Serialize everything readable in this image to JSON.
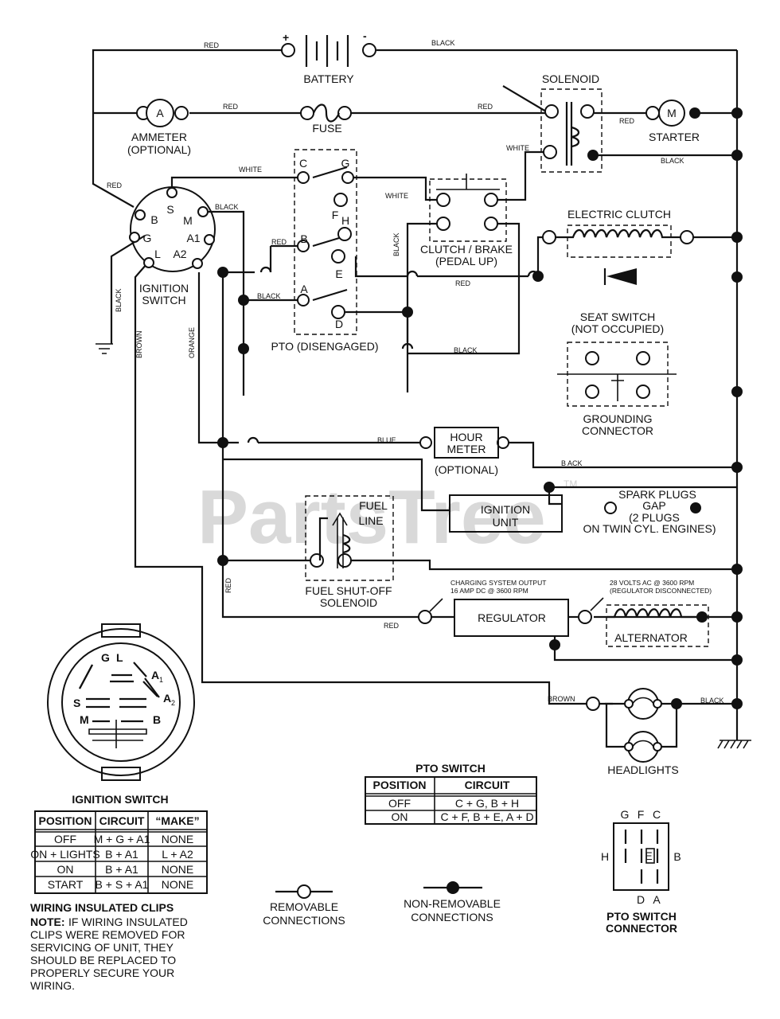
{
  "watermark": {
    "text": "PartsTree",
    "tm": "TM"
  },
  "components": {
    "battery": "BATTERY",
    "battery_plus": "+",
    "battery_minus": "-",
    "solenoid": "SOLENOID",
    "ammeter_symbol": "A",
    "ammeter_line1": "AMMETER",
    "ammeter_line2": "(OPTIONAL)",
    "fuse": "FUSE",
    "starter_symbol": "M",
    "starter": "STARTER",
    "electric_clutch": "ELECTRIC CLUTCH",
    "clutch_brake_line1": "CLUTCH / BRAKE",
    "clutch_brake_line2": "(PEDAL UP)",
    "ignition_switch_line1": "IGNITION",
    "ignition_switch_line2": "SWITCH",
    "pto": "PTO (DISENGAGED)",
    "seat_switch_line1": "SEAT SWITCH",
    "seat_switch_line2": "(NOT OCCUPIED)",
    "grounding_line1": "GROUNDING",
    "grounding_line2": "CONNECTOR",
    "hour_meter_line1": "HOUR",
    "hour_meter_line2": "METER",
    "hour_meter_line3": "(OPTIONAL)",
    "ignition_unit_line1": "IGNITION",
    "ignition_unit_line2": "UNIT",
    "spark_plugs_line1": "SPARK PLUGS",
    "spark_plugs_line2": "GAP",
    "spark_plugs_line3": "(2 PLUGS",
    "spark_plugs_line4": "ON TWIN CYL. ENGINES)",
    "fuel_line_line1": "FUEL",
    "fuel_line_line2": "LINE",
    "fuel_solenoid_line1": "FUEL SHUT-OFF",
    "fuel_solenoid_line2": "SOLENOID",
    "charging_line1": "CHARGING SYSTEM OUTPUT",
    "charging_line2": "16 AMP DC @ 3600 RPM",
    "regulator": "REGULATOR",
    "alt_note_line1": "28 VOLTS AC @ 3600 RPM",
    "alt_note_line2": "(REGULATOR DISCONNECTED)",
    "alternator": "ALTERNATOR",
    "headlights": "HEADLIGHTS"
  },
  "ignition_terminals": {
    "s": "S",
    "b": "B",
    "m": "M",
    "g": "G",
    "a1": "A1",
    "l": "L",
    "a2": "A2"
  },
  "pto_terminals": {
    "c": "C",
    "g": "G",
    "f": "F",
    "h": "H",
    "b": "B",
    "e": "E",
    "a": "A",
    "d": "D"
  },
  "wire_colors": {
    "red": "RED",
    "black": "BLACK",
    "white": "WHITE",
    "brown": "BROWN",
    "orange": "ORANGE",
    "blue": "BLUE",
    "black_broken": "B ACK"
  },
  "ignition_connector": {
    "g": "G",
    "l": "L",
    "a1": "A",
    "a1_sub": "1",
    "a2": "A",
    "a2_sub": "2",
    "s": "S",
    "m": "M",
    "b": "B"
  },
  "ignition_table": {
    "title": "IGNITION SWITCH",
    "headers": [
      "POSITION",
      "CIRCUIT",
      "“MAKE”"
    ],
    "rows": [
      [
        "OFF",
        "M + G + A1",
        "NONE"
      ],
      [
        "ON + LIGHTS",
        "B + A1",
        "L + A2"
      ],
      [
        "ON",
        "B + A1",
        "NONE"
      ],
      [
        "START",
        "B + S + A1",
        "NONE"
      ]
    ]
  },
  "pto_table": {
    "title": "PTO SWITCH",
    "headers": [
      "POSITION",
      "CIRCUIT"
    ],
    "rows": [
      [
        "OFF",
        "C + G, B + H"
      ],
      [
        "ON",
        "C + F, B + E, A + D"
      ]
    ]
  },
  "legend": {
    "removable_line1": "REMOVABLE",
    "removable_line2": "CONNECTIONS",
    "nonremovable_line1": "NON-REMOVABLE",
    "nonremovable_line2": "CONNECTIONS"
  },
  "wiring_note": {
    "title": "WIRING INSULATED CLIPS",
    "label": "NOTE:",
    "line1": "IF WIRING INSULATED",
    "line2": "CLIPS WERE REMOVED FOR",
    "line3": "SERVICING OF UNIT, THEY",
    "line4": "SHOULD BE REPLACED TO",
    "line5": "PROPERLY SECURE YOUR",
    "line6": "WIRING."
  },
  "pto_connector": {
    "g": "G",
    "f": "F",
    "c": "C",
    "h": "H",
    "e": "E",
    "b": "B",
    "d": "D",
    "a": "A",
    "title_line1": "PTO SWITCH",
    "title_line2": "CONNECTOR"
  }
}
